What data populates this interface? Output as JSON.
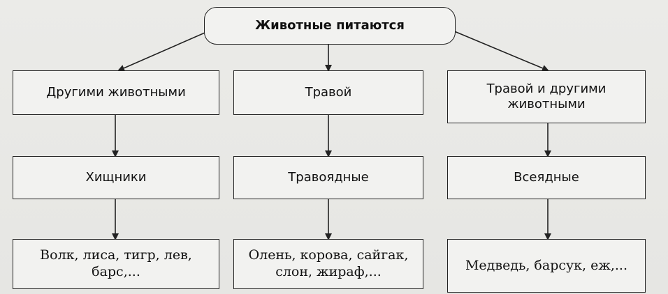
{
  "diagram": {
    "root": "Животные питаются",
    "food": {
      "animals": "Другими животными",
      "grass": "Травой",
      "both": "Травой и другими животными"
    },
    "groups": {
      "predators": "Хищники",
      "herbivores": "Травоядные",
      "omnivores": "Всеядные"
    },
    "examples": {
      "predators": "Волк, лиса, тигр, лев, барс,...",
      "herbivores": "Олень, корова, сайгак, слон, жираф,...",
      "omnivores": "Медведь, барсук, еж,..."
    }
  }
}
